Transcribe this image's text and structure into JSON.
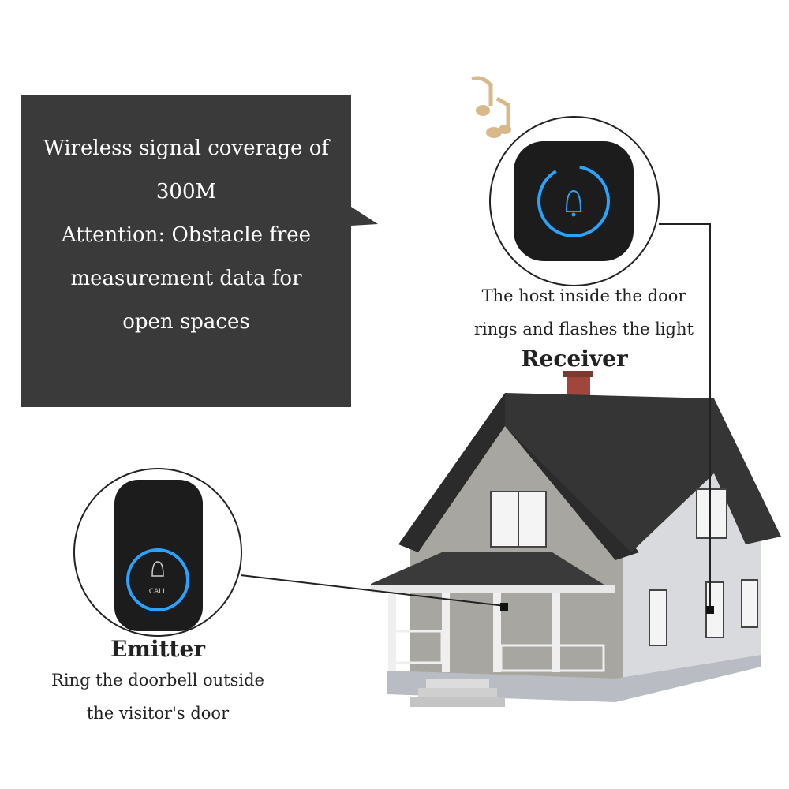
{
  "callout": {
    "lines": [
      "Wireless signal coverage of",
      "300M",
      "Attention: Obstacle free",
      "measurement data for",
      "open spaces"
    ]
  },
  "receiver": {
    "caption_lines": [
      "The host inside the door",
      "rings and flashes the light"
    ],
    "title": "Receiver"
  },
  "emitter": {
    "title": "Emitter",
    "caption_lines": [
      "Ring the doorbell outside",
      "the visitor's door"
    ],
    "button_label": "CALL"
  },
  "icons": [
    "music-note-icon",
    "bell-icon"
  ],
  "colors": {
    "callout_bg": "#3a3a3a",
    "ring_blue": "#2aa3ff",
    "device_body": "#1c1c1c"
  }
}
